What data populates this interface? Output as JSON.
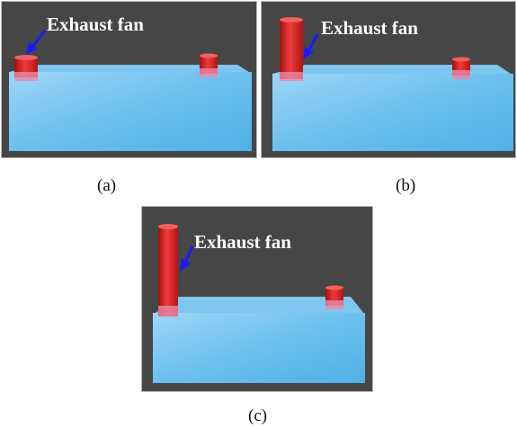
{
  "figure": {
    "panels": [
      {
        "id": "a",
        "caption": "(a)",
        "annotation": "Exhaust fan",
        "stack": "short"
      },
      {
        "id": "b",
        "caption": "(b)",
        "annotation": "Exhaust fan",
        "stack": "medium"
      },
      {
        "id": "c",
        "caption": "(c)",
        "annotation": "Exhaust fan",
        "stack": "tall"
      }
    ]
  },
  "colors": {
    "background": "#464646",
    "tank_front": "#5fbbed",
    "tank_top": "#7cc3ee",
    "fan_red": "#d81e1e",
    "arrow_blue": "#1a1aff"
  }
}
